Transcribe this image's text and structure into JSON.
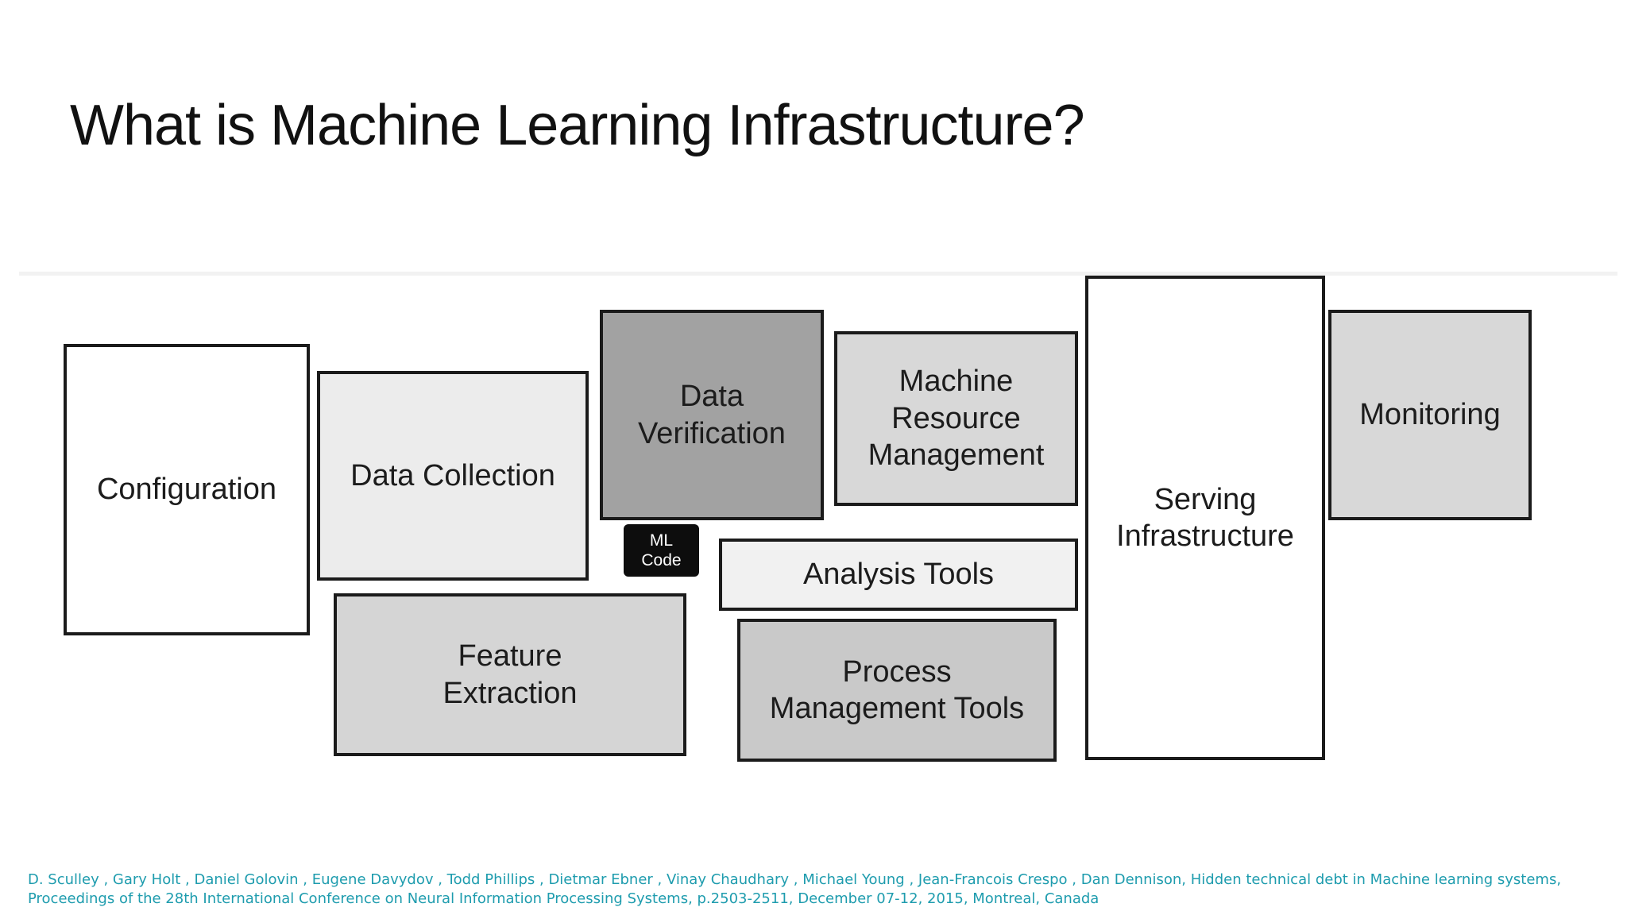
{
  "slide": {
    "title": "What is Machine Learning Infrastructure?",
    "background_color": "#ffffff"
  },
  "diagram": {
    "border_color": "#1b1b1b",
    "boxes": {
      "configuration": {
        "label": "Configuration",
        "fill": "#ffffff"
      },
      "data_collection": {
        "label": "Data Collection",
        "fill": "#ececec"
      },
      "data_verification": {
        "label": "Data\nVerification",
        "fill": "#a2a2a2"
      },
      "ml_code": {
        "label": "ML\nCode",
        "fill": "#0d0d0d",
        "text_color": "#ffffff"
      },
      "machine_resource_management": {
        "label": "Machine\nResource\nManagement",
        "fill": "#d8d8d8"
      },
      "analysis_tools": {
        "label": "Analysis Tools",
        "fill": "#f1f1f1"
      },
      "feature_extraction": {
        "label": "Feature\nExtraction",
        "fill": "#d5d5d5"
      },
      "process_management_tools": {
        "label": "Process\nManagement Tools",
        "fill": "#c9c9c9"
      },
      "serving_infrastructure": {
        "label": "Serving\nInfrastructure",
        "fill": "#ffffff"
      },
      "monitoring": {
        "label": "Monitoring",
        "fill": "#d8d8d8"
      }
    }
  },
  "citation": {
    "color": "#1e9cae",
    "line1": "D. Sculley , Gary Holt , Daniel Golovin , Eugene Davydov , Todd Phillips , Dietmar Ebner , Vinay Chaudhary , Michael Young , Jean-Francois Crespo , Dan Dennison, Hidden technical debt in Machine learning systems,",
    "line2": "Proceedings of the 28th International Conference on Neural Information Processing Systems, p.2503-2511, December 07-12, 2015, Montreal, Canada"
  }
}
